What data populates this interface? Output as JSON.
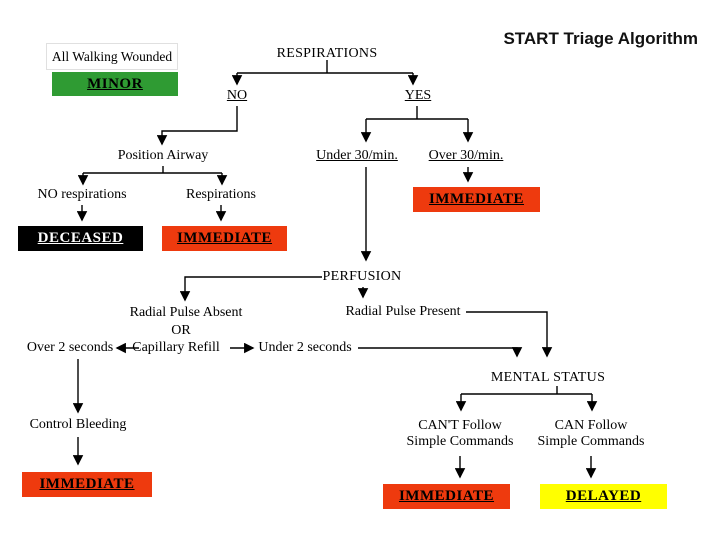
{
  "title": "START Triage Algorithm",
  "colors": {
    "minor_green": "#2f9b33",
    "immediate_red": "#ee3a0e",
    "delayed_yellow": "#ffff00",
    "deceased_black": "#000000"
  },
  "nodes": {
    "walking_wounded": {
      "label": "All Walking Wounded"
    },
    "minor": {
      "label": "MINOR"
    },
    "respirations": {
      "label": "RESPIRATIONS"
    },
    "no": {
      "label": "NO"
    },
    "yes": {
      "label": "YES"
    },
    "position_airway": {
      "label": "Position Airway"
    },
    "under_30": {
      "label": "Under 30/min."
    },
    "over_30": {
      "label": "Over 30/min."
    },
    "no_respirations": {
      "label": "NO respirations"
    },
    "respirations_present": {
      "label": "Respirations"
    },
    "deceased": {
      "label": "DECEASED"
    },
    "immediate_airway": {
      "label": "IMMEDIATE"
    },
    "immediate_breathing": {
      "label": "IMMEDIATE"
    },
    "perfusion": {
      "label": "PERFUSION"
    },
    "radial_pulse_absent": {
      "label": "Radial Pulse Absent"
    },
    "or": {
      "label": "OR"
    },
    "capillary_refill": {
      "label": "Capillary Refill"
    },
    "over_2_seconds": {
      "label": "Over 2 seconds"
    },
    "under_2_seconds": {
      "label": "Under 2 seconds"
    },
    "radial_pulse_present": {
      "label": "Radial Pulse Present"
    },
    "control_bleeding": {
      "label": "Control Bleeding"
    },
    "immediate_bleeding": {
      "label": "IMMEDIATE"
    },
    "mental_status": {
      "label": "MENTAL STATUS"
    },
    "cant_follow": {
      "label": "CAN'T Follow",
      "label2": "Simple Commands"
    },
    "can_follow": {
      "label": "CAN Follow",
      "label2": "Simple Commands"
    },
    "immediate_mental": {
      "label": "IMMEDIATE"
    },
    "delayed": {
      "label": "DELAYED"
    }
  }
}
